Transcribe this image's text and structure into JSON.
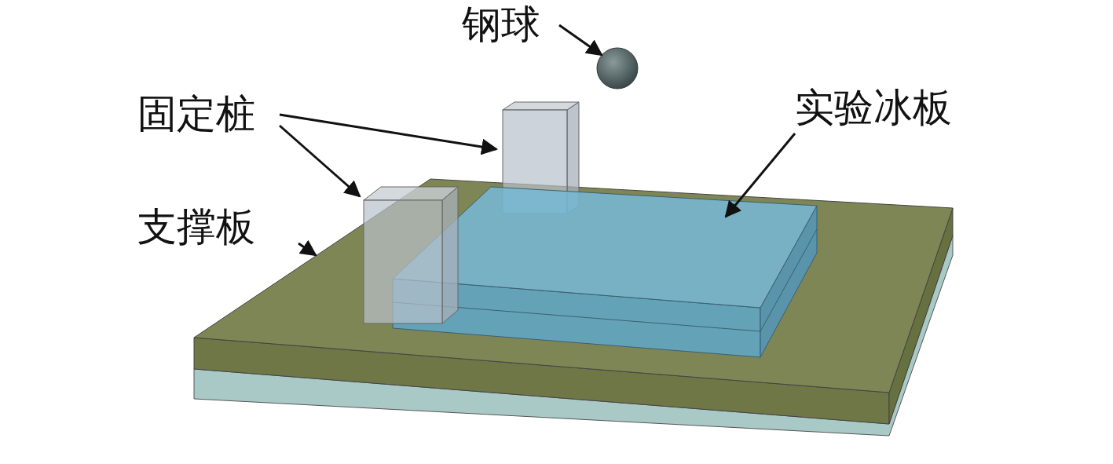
{
  "diagram": {
    "labels": [
      "钢球",
      "固定桩",
      "实验冰板",
      "支撑板"
    ]
  }
}
